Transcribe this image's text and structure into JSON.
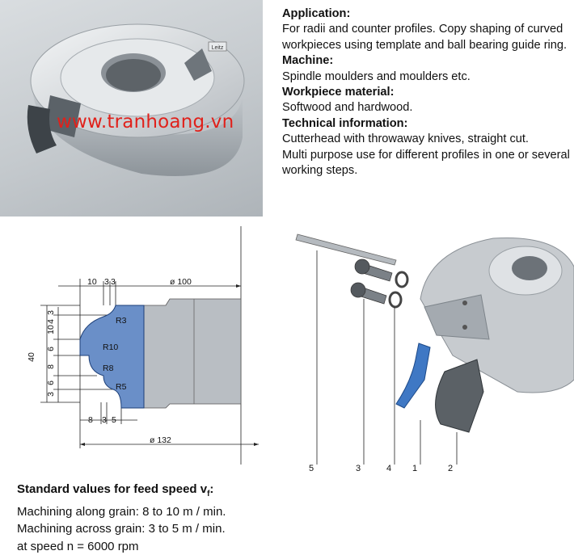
{
  "watermark": "www.tranhoang.vn",
  "photo_logo": "Leitz",
  "info": {
    "application_label": "Application:",
    "application_text": "For radii and counter profiles. Copy shaping of curved workpieces using template and ball bearing guide ring.",
    "machine_label": "Machine:",
    "machine_text": "Spindle moulders and moulders etc.",
    "material_label": "Workpiece material:",
    "material_text": "Softwood and hardwood.",
    "technical_label": "Technical information:",
    "technical_text_1": "Cutterhead with throwaway knives, straight cut.",
    "technical_text_2": "Multi purpose use for different profiles in one or several working steps."
  },
  "drawing": {
    "dim_top_10": "10",
    "dim_top_3a": "3",
    "dim_top_3b": "3",
    "dim_dia_100": "ø 100",
    "dim_left_40": "40",
    "dim_left_3": "3",
    "dim_left_4": "4",
    "dim_left_10": "10",
    "dim_left_6a": "6",
    "dim_left_8": "8",
    "dim_left_6b": "6",
    "dim_left_3b": "3",
    "radius_r3": "R3",
    "radius_r10": "R10",
    "radius_r8": "R8",
    "radius_r5": "R5",
    "dim_bottom_8": "8",
    "dim_bottom_3": "3",
    "dim_bottom_5": "5",
    "dim_dia_132": "ø 132"
  },
  "parts": {
    "p5": "5",
    "p3": "3",
    "p4": "4",
    "p1": "1",
    "p2": "2"
  },
  "feed": {
    "title_main": "Standard values for feed speed v",
    "title_sub": "f",
    "title_end": ":",
    "line_1": "Machining along grain: 8 to 10 m / min.",
    "line_2": "Machining across grain: 3 to 5 m / min.",
    "line_3": "at speed n = 6000 rpm"
  },
  "colors": {
    "profile_blue": "#6a8fc8",
    "knife_blue": "#3f78c4",
    "watermark_red": "#e0211b",
    "steel_grey": "#b9bec3"
  }
}
